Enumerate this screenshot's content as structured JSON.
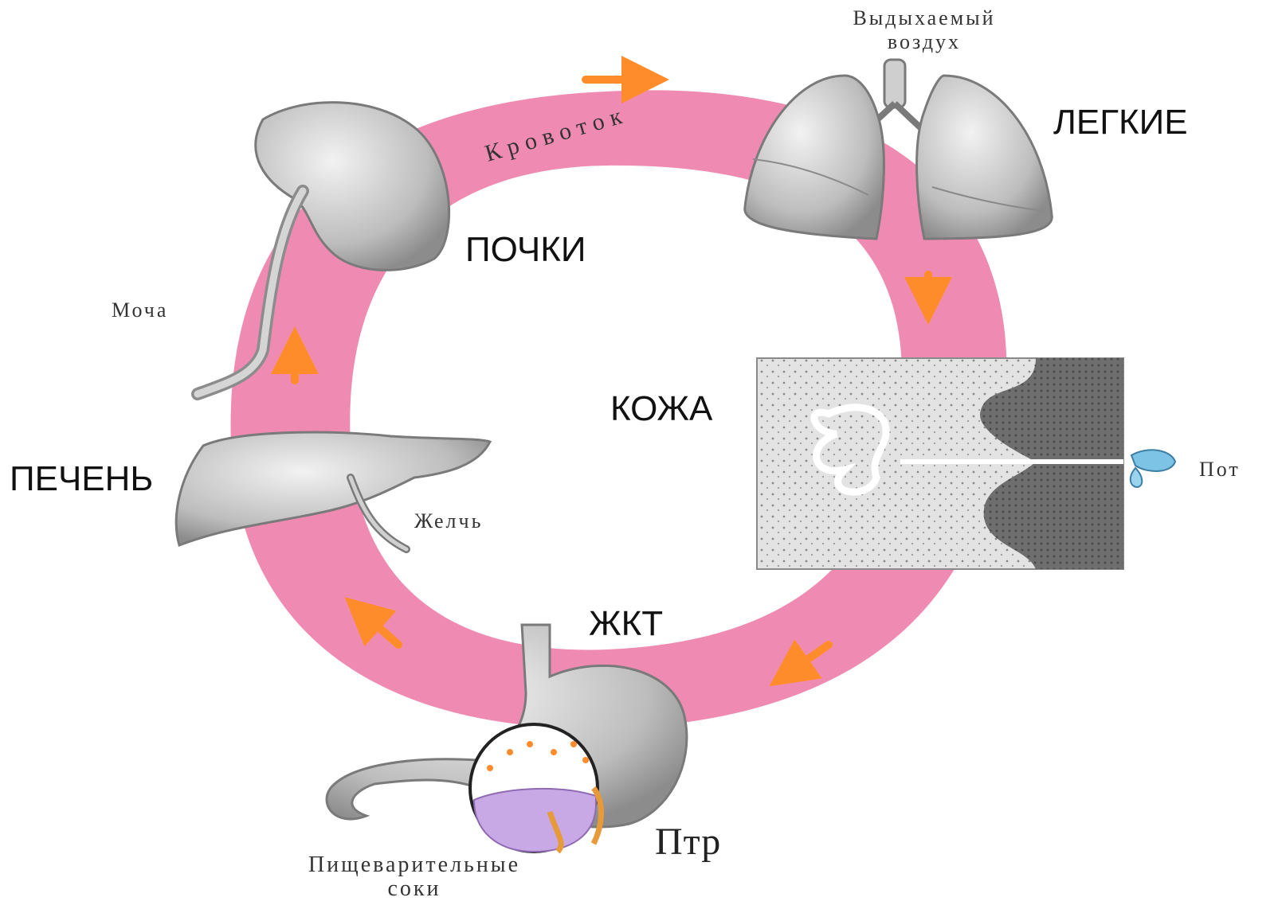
{
  "colors": {
    "blood_loop": "#ef8bb3",
    "arrow": "#ff8c2a",
    "organ_fill": "#d9d9d9",
    "organ_stroke": "#7a7a7a",
    "sweat_drop": "#7cc3e6"
  },
  "labels": {
    "lungs": "ЛЕГКИЕ",
    "kidneys": "ПОЧКИ",
    "skin": "КОЖА",
    "liver": "ПЕЧЕНЬ",
    "gi_tract": "ЖКТ"
  },
  "captions": {
    "exhaled_air_line1": "Выдыхаемый",
    "exhaled_air_line2": "воздух",
    "blood_flow": "Кровоток",
    "urine": "Моча",
    "bile": "Желчь",
    "sweat": "Пот",
    "ptr": "Птр",
    "digestive_juices_line1": "Пищеварительные",
    "digestive_juices_line2": "соки"
  },
  "icons": [
    "kidney-icon",
    "lungs-icon",
    "skin-section-icon",
    "liver-icon",
    "stomach-icon",
    "sweat-drop-icon",
    "flow-arrow-icon"
  ]
}
